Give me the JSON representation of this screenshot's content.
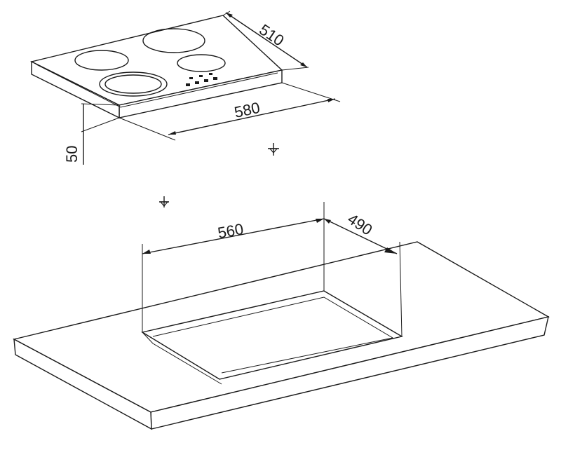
{
  "diagram": {
    "hob": {
      "depth": "510",
      "width": "580",
      "height": "50"
    },
    "cutout": {
      "width": "560",
      "depth": "490"
    }
  }
}
